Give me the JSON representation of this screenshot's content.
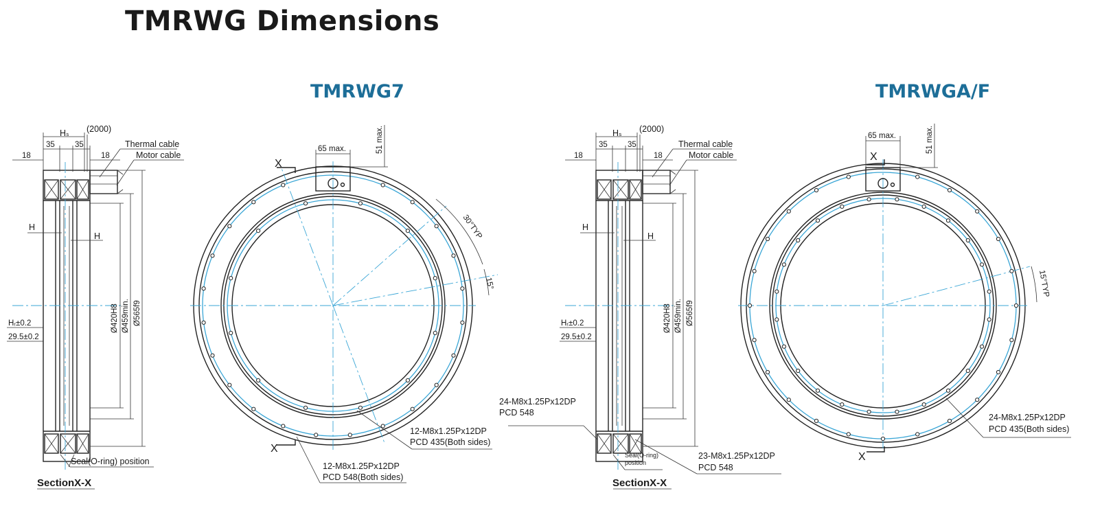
{
  "page_title": "TMRWG Dimensions",
  "accent_color": "#1d6e98",
  "centerline_color": "#3aa6d6",
  "models": [
    {
      "title": "TMRWG7",
      "section_label": "SectionX-X",
      "section_view": {
        "hs": "Hₛ",
        "cable_length": "(2000)",
        "dim_35_a": "35",
        "dim_35_b": "35",
        "dim_18_a": "18",
        "dim_18_b": "18",
        "thermal_cable": "Thermal cable",
        "motor_cable": "Motor cable",
        "h_left": "H",
        "h_right": "H",
        "hr": "Hᵣ±0.2",
        "dim_295": "29.5±0.2",
        "dia_420": "Ø420H8",
        "dia_459": "Ø459min.",
        "dia_565": "Ø565f9",
        "seal": "Seal(O-ring) position"
      },
      "front_view": {
        "x_top": "X",
        "x_bottom": "X",
        "dim_65": "65 max.",
        "dim_51": "51 max.",
        "angle_30": "30°TYP",
        "angle_15": "15°",
        "holes_inner_1": "12-M8x1.25Px12DP",
        "holes_inner_2": "PCD 435(Both sides)",
        "holes_outer_1": "12-M8x1.25Px12DP",
        "holes_outer_2": "PCD 548(Both sides)"
      }
    },
    {
      "title": "TMRWGA/F",
      "section_label": "SectionX-X",
      "section_view": {
        "hs": "Hₛ",
        "cable_length": "(2000)",
        "dim_35_a": "35",
        "dim_35_b": "35",
        "dim_18_a": "18",
        "dim_18_b": "18",
        "thermal_cable": "Thermal cable",
        "motor_cable": "Motor cable",
        "h_left": "H",
        "h_right": "H",
        "hr": "Hᵣ±0.2",
        "dim_295": "29.5±0.2",
        "dia_420": "Ø420H8",
        "dia_459": "Ø459min.",
        "dia_565": "Ø565f9",
        "seal_1": "Seal(O-ring)",
        "seal_2": "position",
        "holes_left_1": "24-M8x1.25Px12DP",
        "holes_left_2": "PCD 548",
        "holes_bottom_1": "23-M8x1.25Px12DP",
        "holes_bottom_2": "PCD 548"
      },
      "front_view": {
        "x_top": "X",
        "x_bottom": "X",
        "dim_65": "65 max.",
        "dim_51": "51 max.",
        "angle_15": "15°TYP",
        "holes_inner_1": "24-M8x1.25Px12DP",
        "holes_inner_2": "PCD 435(Both sides)"
      }
    }
  ]
}
